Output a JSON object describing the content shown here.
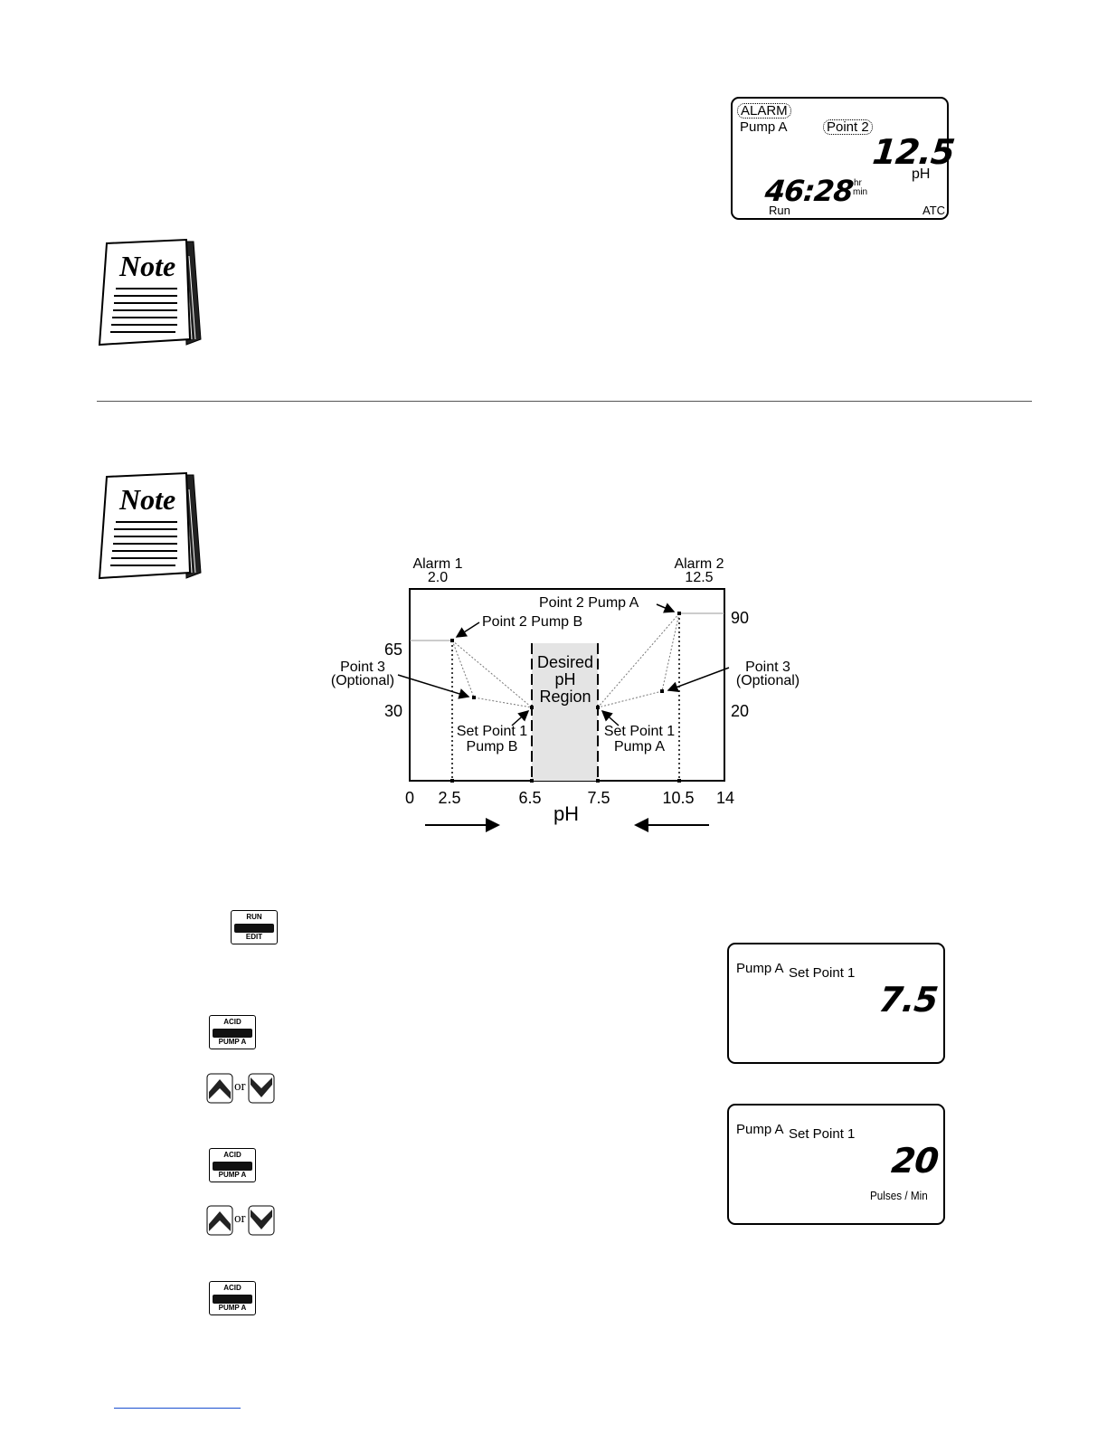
{
  "alarm_lcd": {
    "alarm": "ALARM",
    "pump": "Pump A",
    "point": "Point 2",
    "value": "12.5",
    "unit": "pH",
    "time": "46:28",
    "hr": "hr",
    "min": "min",
    "mode": "Run",
    "atc": "ATC"
  },
  "notes": [
    {
      "label": "Note"
    },
    {
      "label": "Note"
    }
  ],
  "diagram": {
    "alarm1_label": "Alarm 1",
    "alarm1_value": "2.0",
    "alarm2_label": "Alarm 2",
    "alarm2_value": "12.5",
    "point2_pump_a": "Point 2 Pump A",
    "point2_pump_b": "Point 2 Pump B",
    "point3_left_1": "Point 3",
    "point3_left_2": "(Optional)",
    "point3_right_1": "Point 3",
    "point3_right_2": "(Optional)",
    "region_1": "Desired",
    "region_2": "pH",
    "region_3": "Region",
    "set1_b_1": "Set Point 1",
    "set1_b_2": "Pump B",
    "set1_a_1": "Set Point 1",
    "set1_a_2": "Pump A",
    "left_ticks": [
      "65",
      "30"
    ],
    "right_ticks": [
      "90",
      "20"
    ],
    "x_ticks": [
      "0",
      "2.5",
      "6.5",
      "7.5",
      "10.5",
      "14"
    ],
    "x_label": "pH"
  },
  "keys": {
    "run_top": "RUN",
    "run_bot": "EDIT",
    "acid_top": "ACID",
    "acid_bot": "PUMP A",
    "or": "or"
  },
  "lcd_setpoint_ph": {
    "pump": "Pump A",
    "label": "Set Point 1",
    "value": "7.5"
  },
  "lcd_setpoint_rate": {
    "pump": "Pump A",
    "label": "Set Point 1",
    "value": "20",
    "unit": "Pulses / Min"
  }
}
